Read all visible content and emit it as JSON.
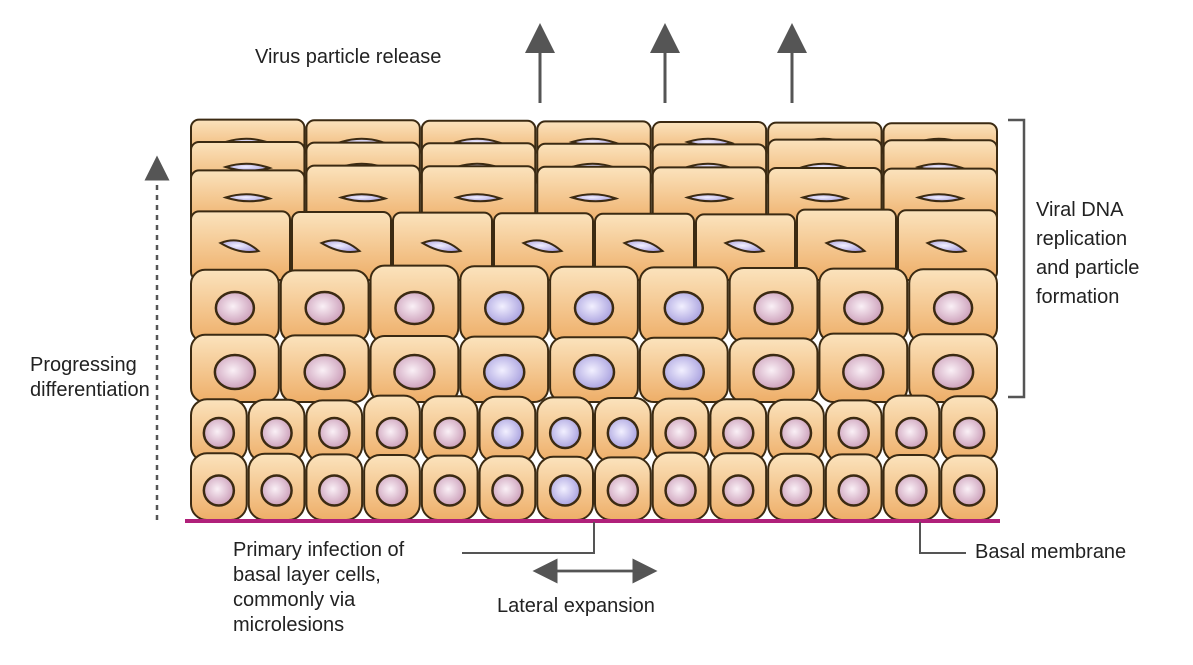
{
  "labels": {
    "virus_release": "Virus particle release",
    "viral_dna": [
      "Viral DNA",
      "replication",
      "and particle",
      "formation"
    ],
    "differentiation": [
      "Progressing",
      "differentiation"
    ],
    "primary_infection": [
      "Primary infection of",
      "basal layer cells,",
      "commonly via",
      "microlesions"
    ],
    "lateral_expansion": "Lateral expansion",
    "basal_membrane": "Basal membrane"
  },
  "colors": {
    "cell_light": "#fbe3bd",
    "cell_dark": "#eeae68",
    "outline": "#3b2a12",
    "nucleus_pink": "#e6cadb",
    "nucleus_blue": "#c7c2ee",
    "membrane": "#b0207a"
  }
}
